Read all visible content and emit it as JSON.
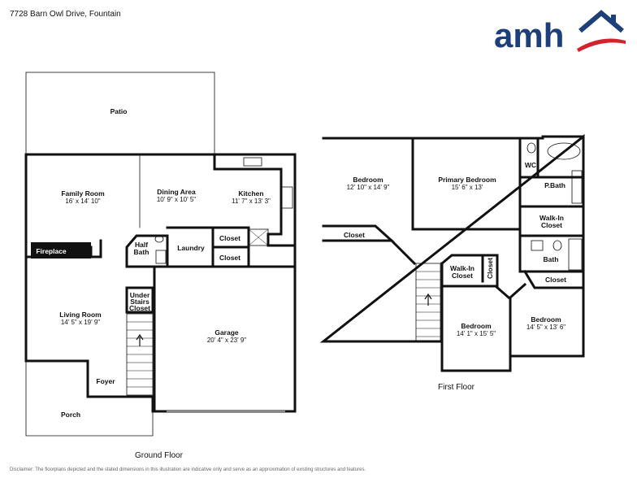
{
  "header": {
    "address": "7728 Barn Owl Drive, Fountain"
  },
  "logo": {
    "text": "amh",
    "brand_color": "#1d3f7a",
    "accent_color": "#d3222a"
  },
  "ground_floor": {
    "title": "Ground Floor",
    "rooms": {
      "patio": {
        "name": "Patio"
      },
      "family_room": {
        "name": "Family Room",
        "dims": "16' x 14' 10\""
      },
      "dining_area": {
        "name": "Dining Area",
        "dims": "10' 9\" x 10' 5\""
      },
      "kitchen": {
        "name": "Kitchen",
        "dims": "11' 7\" x 13' 3\""
      },
      "fireplace": {
        "name": "Fireplace"
      },
      "half_bath": {
        "name_line1": "Half",
        "name_line2": "Bath"
      },
      "laundry": {
        "name": "Laundry"
      },
      "closet_upper": {
        "name": "Closet"
      },
      "closet_lower": {
        "name": "Closet"
      },
      "under_stairs_closet": {
        "line1": "Under",
        "line2": "Stairs",
        "line3": "Closet"
      },
      "living_room": {
        "name": "Living Room",
        "dims": "14' 5\" x 19' 9\""
      },
      "garage": {
        "name": "Garage",
        "dims": "20' 4\" x 23' 9\""
      },
      "foyer": {
        "name": "Foyer"
      },
      "porch": {
        "name": "Porch"
      }
    }
  },
  "first_floor": {
    "title": "First Floor",
    "rooms": {
      "bedroom_nw": {
        "name": "Bedroom",
        "dims": "12' 10\" x 14' 9\""
      },
      "primary_bedroom": {
        "name": "Primary Bedroom",
        "dims": "15' 6\" x 13'"
      },
      "wc": {
        "name": "WC"
      },
      "p_bath": {
        "name": "P.Bath"
      },
      "walk_in_closet_right": {
        "line1": "Walk-In",
        "line2": "Closet"
      },
      "closet_hall": {
        "name": "Closet"
      },
      "bath": {
        "name": "Bath"
      },
      "walk_in_closet_center": {
        "line1": "Walk-In",
        "line2": "Closet"
      },
      "closet_small": {
        "name": "Closet"
      },
      "closet_right": {
        "name": "Closet"
      },
      "bedroom_center": {
        "name": "Bedroom",
        "dims": "14' 1\" x 15' 5\""
      },
      "bedroom_right": {
        "name": "Bedroom",
        "dims": "14' 5\" x 13' 6\""
      }
    }
  },
  "disclaimer": "Disclaimer: The floorplans depicted and the stated dimensions in this illustration are indicative only and serve as an approximation of existing structures and features."
}
